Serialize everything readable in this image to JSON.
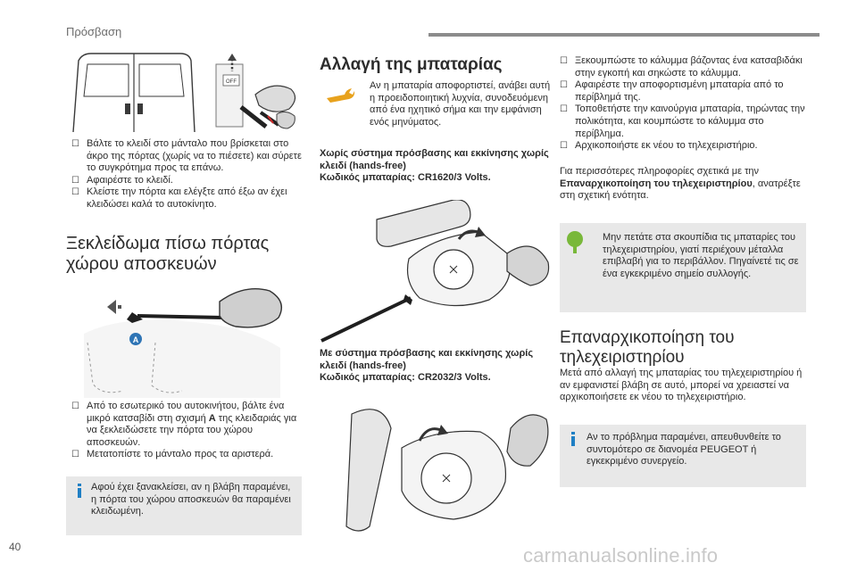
{
  "header": {
    "section": "Πρόσβαση"
  },
  "col1": {
    "bullets_top": [
      "Βάλτε το κλειδί στο μάνταλο που βρίσκεται στο άκρο της πόρτας (χωρίς να το πιέσετε) και σύρετε το συγκρότημα προς τα επάνω.",
      "Αφαιρέστε το κλειδί.",
      "Κλείστε την πόρτα και ελέγξτε από έξω αν έχει κλειδώσει καλά το αυτοκίνητο."
    ],
    "heading": [
      "Ξεκλείδωμα πίσω πόρτας",
      "χώρου αποσκευών"
    ],
    "bullets_bottom_1a": "Από το εσωτερικό του αυτοκινήτου, βάλτε ένα μικρό κατσαβίδι στη σχισμή ",
    "bullets_bottom_1b": "A",
    "bullets_bottom_1c": " της κλειδαριάς για να ξεκλειδώσετε την πόρτα του χώρου αποσκευών.",
    "bullets_bottom_2": "Μετατοπίστε το μάνταλο προς τα αριστερά.",
    "note": "Αφού έχει ξανακλείσει, αν η βλάβη παραμένει, η πόρτα του χώρου αποσκευών θα παραμένει κλειδωμένη.",
    "figure_top": {
      "sticker": "OFF"
    },
    "figure_bottom": {
      "callout": "A"
    }
  },
  "col2": {
    "heading": "Αλλαγή της μπαταρίας",
    "intro": "Αν η μπαταρία αποφορτιστεί, ανάβει αυτή η προειδοποιητική λυχνία, συνοδευόμενη από ένα ηχητικό σήμα και την εμφάνιση ενός μηνύματος.",
    "system1": [
      "Χωρίς σύστημα πρόσβασης και εκκίνησης χωρίς κλειδί (hands-free)",
      "Κωδικός μπαταρίας: CR1620/3 Volts."
    ],
    "system2": [
      "Με σύστημα πρόσβασης και εκκίνησης χωρίς κλειδί (hands-free)",
      "Κωδικός μπαταρίας: CR2032/3 Volts."
    ],
    "colors": {
      "accent": "#e8a21d"
    }
  },
  "col3": {
    "bullets": [
      "Ξεκουμπώστε το κάλυμμα βάζοντας ένα κατσαβιδάκι στην εγκοπή και σηκώστε το κάλυμμα.",
      "Αφαιρέστε την αποφορτισμένη μπαταρία από το περίβλημά της.",
      "Τοποθετήστε την καινούργια μπαταρία, τηρώντας την πολικότητα, και κουμπώστε το κάλυμμα στο περίβλημα.",
      "Αρχικοποιήστε εκ νέου το τηλεχειριστήριο."
    ],
    "more_a": "Για περισσότερες πληροφορίες σχετικά με την ",
    "more_b": "Επαναρχικοποίηση του τηλεχειριστηρίου",
    "more_c": ", ανατρέξτε στη σχετική ενότητα.",
    "eco_note": "Μην πετάτε στα σκουπίδια τις μπαταρίες του τηλεχειριστηρίου, γιατί περιέχουν μέταλλα επιβλαβή για το περιβάλλον. Πηγαίνετέ τις σε ένα εγκεκριμένο σημείο συλλογής.",
    "heading": [
      "Επαναρχικοποίηση του",
      "τηλεχειριστηρίου"
    ],
    "paragraph": "Μετά από αλλαγή της μπαταρίας του τηλεχειριστηρίου ή αν εμφανιστεί βλάβη σε αυτό, μπορεί να χρειαστεί να αρχικοποιήσετε εκ νέου το τηλεχειριστήριο.",
    "info_note": "Αν το πρόβλημα παραμένει, απευθυνθείτε το συντομότερο σε διανομέα PEUGEOT ή εγκεκριμένο συνεργείο.",
    "colors": {
      "eco": "#79b83a",
      "info": "#1f7fc4"
    }
  },
  "footer": {
    "page": "40",
    "watermark": "carmanualsonline.info"
  }
}
